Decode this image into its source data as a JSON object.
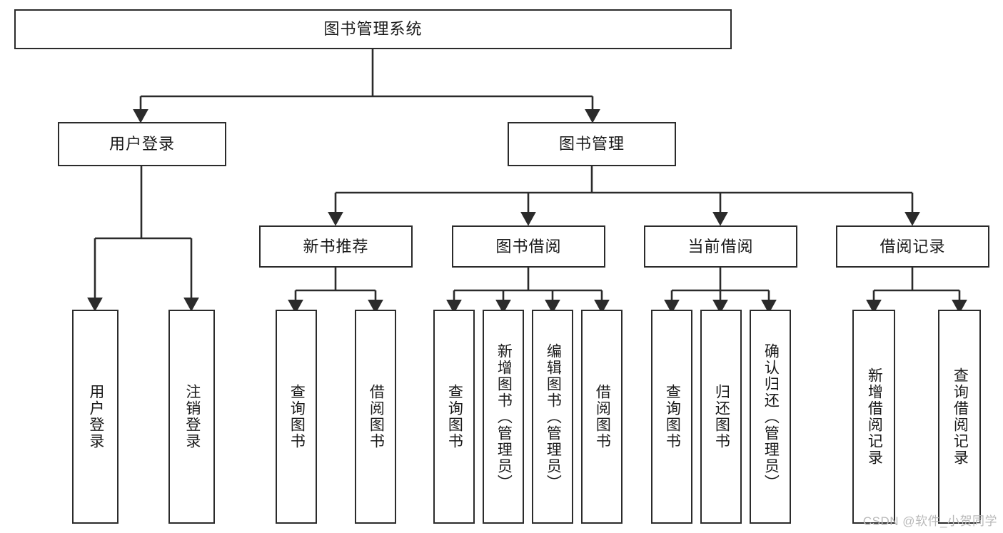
{
  "diagram": {
    "type": "tree-hierarchy-chart",
    "title": "图书管理系统",
    "style": {
      "background": "#ffffff",
      "box_border": "#2b2b2b",
      "box_fill": "#ffffff",
      "connector": "#2b2b2b",
      "text": "#1a1a1a",
      "watermark": "#b9b9b9"
    },
    "root": {
      "label": "图书管理系统",
      "orientation": "horizontal"
    },
    "level2": [
      {
        "label": "用户登录",
        "orientation": "horizontal"
      },
      {
        "label": "图书管理",
        "orientation": "horizontal"
      }
    ],
    "level3": [
      {
        "label": "新书推荐",
        "orientation": "horizontal"
      },
      {
        "label": "图书借阅",
        "orientation": "horizontal"
      },
      {
        "label": "当前借阅",
        "orientation": "horizontal"
      },
      {
        "label": "借阅记录",
        "orientation": "horizontal"
      }
    ],
    "leaves": {
      "user_login": [
        {
          "label": "用户登录",
          "orientation": "vertical"
        },
        {
          "label": "注销登录",
          "orientation": "vertical"
        }
      ],
      "new_book_recommend": [
        {
          "label": "查询图书",
          "orientation": "vertical"
        },
        {
          "label": "借阅图书",
          "orientation": "vertical"
        }
      ],
      "book_borrow": [
        {
          "label": "查询图书",
          "orientation": "vertical"
        },
        {
          "label": "新增图书（管理员）",
          "orientation": "vertical"
        },
        {
          "label": "编辑图书（管理员）",
          "orientation": "vertical"
        },
        {
          "label": "借阅图书",
          "orientation": "vertical"
        }
      ],
      "current_borrow": [
        {
          "label": "查询图书",
          "orientation": "vertical"
        },
        {
          "label": "归还图书",
          "orientation": "vertical"
        },
        {
          "label": "确认归还（管理员）",
          "orientation": "vertical"
        }
      ],
      "borrow_record": [
        {
          "label": "新增借阅记录",
          "orientation": "vertical"
        },
        {
          "label": "查询借阅记录",
          "orientation": "vertical"
        }
      ]
    }
  },
  "watermark": {
    "text": "CSDN @软件_小贺同学"
  }
}
